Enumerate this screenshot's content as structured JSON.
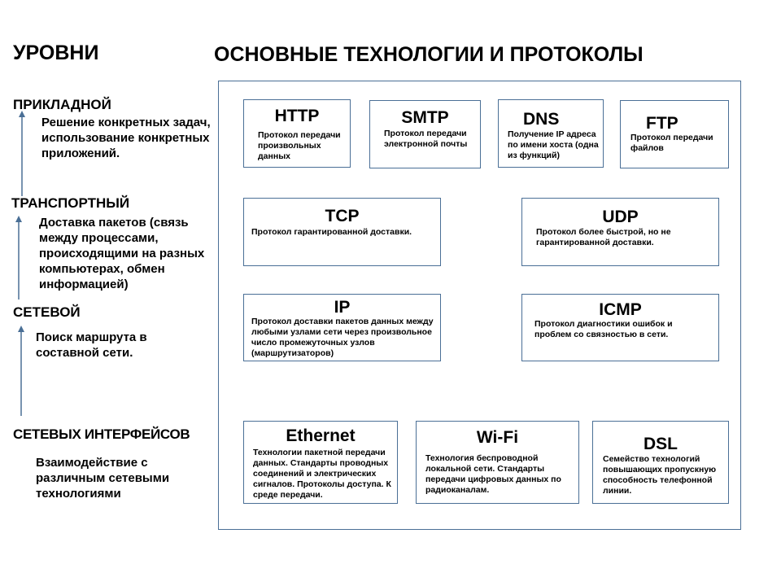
{
  "headings": {
    "levels": "УРОВНИ",
    "main": "ОСНОВНЫЕ ТЕХНОЛОГИИ И ПРОТОКОЛЫ"
  },
  "levels": [
    {
      "name": "ПРИКЛАДНОЙ",
      "desc": "Решение конкретных задач, использование конкретных приложений."
    },
    {
      "name": "ТРАНСПОРТНЫЙ",
      "desc": "Доставка пакетов (связь между процессами, происходящими на разных компьютерах, обмен информацией)"
    },
    {
      "name": "СЕТЕВОЙ",
      "desc": "Поиск маршрута в составной сети."
    },
    {
      "name": "СЕТЕВЫХ ИНТЕРФЕЙСОВ",
      "desc": "Взаимодействие с различным сетевыми технологиями"
    }
  ],
  "protocols": {
    "http": {
      "name": "HTTP",
      "desc": "Протокол передачи произвольных данных"
    },
    "smtp": {
      "name": "SMTP",
      "desc": "Протокол передачи электронной почты"
    },
    "dns": {
      "name": "DNS",
      "desc": "Получение IP адреса по имени хоста (одна из функций)"
    },
    "ftp": {
      "name": "FTP",
      "desc": "Протокол  передачи файлов"
    },
    "tcp": {
      "name": "TCP",
      "desc": "Протокол гарантированной доставки."
    },
    "udp": {
      "name": "UDP",
      "desc": "Протокол более быстрой, но не гарантированной доставки."
    },
    "ip": {
      "name": "IP",
      "desc": "Протокол доставки пакетов данных между любыми узлами сети через произвольное число промежуточных узлов (маршрутизаторов)"
    },
    "icmp": {
      "name": "ICMP",
      "desc": "Протокол диагностики ошибок и проблем со связностью в сети."
    },
    "ethernet": {
      "name": "Ethernet",
      "desc": "Технологии пакетной передачи данных. Стандарты проводных соединений и электрических сигналов. Протоколы доступа. К среде передачи."
    },
    "wifi": {
      "name": "Wi-Fi",
      "desc": "Технология беспроводной локальной сети. Стандарты передачи цифровых данных по радиоканалам."
    },
    "dsl": {
      "name": "DSL",
      "desc": "Семейство технологий повышающих пропускную способность телефонной линии."
    }
  },
  "colors": {
    "border": "#4a6f96",
    "arrow": "#4a6f96",
    "text": "#000000"
  }
}
